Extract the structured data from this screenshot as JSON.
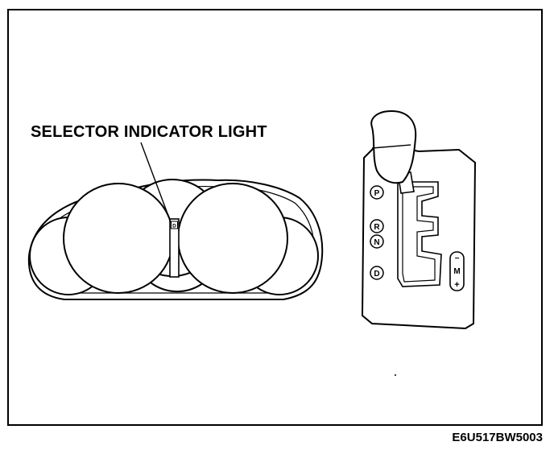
{
  "diagram": {
    "callout_label": "SELECTOR INDICATOR LIGHT",
    "figure_id": "E6U517BW5003",
    "indicator_letter": "D",
    "gate_positions": [
      "P",
      "R",
      "N",
      "D"
    ],
    "manual_gate": {
      "minus": "−",
      "manual": "M",
      "plus": "+"
    },
    "colors": {
      "line": "#000000",
      "background": "#ffffff"
    }
  }
}
